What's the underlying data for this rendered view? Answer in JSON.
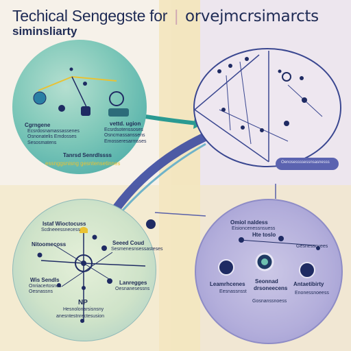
{
  "title": {
    "line1_a": "Techical Sengegste for",
    "line1_b": "orvejmcrsimarcts",
    "line2": "siminsliarty"
  },
  "panel_tl": {
    "label_left": "Cgrngene",
    "label_right": "vettd. ugion",
    "text_left": "Ecsrdosnamassassenes Osnonatelis Emdosses Sesosmatens",
    "text_right": "Ecsrdsotenssoses Osncrnassanssens Emosseresarmsses",
    "caption_1": "Tanrsd Senrdlssss",
    "caption_2": "essnggsnisng gesntensetinnes"
  },
  "panel_tr": {
    "pill": "Oenosessssessnsasnesss"
  },
  "panel_bl": {
    "heading": "Istaf Wioctocuss",
    "sub": "Scdneeessnecess",
    "label_left": "Nitoomecoss",
    "label_right": "Seeed Coud",
    "text_right": "Sesmenesnsessasteses",
    "label_mid_left": "Wis Sendls",
    "text_mid_left": "Onriacertosnes Oesnassns",
    "label_mid_right": "Lanregges",
    "text_mid_right": "Oesnanesessns",
    "np": "NP",
    "bottom_1": "Hesnolonarsisnsny",
    "bottom_2": "anesntestnrectesusion"
  },
  "panel_br": {
    "heading": "Omiol naldess",
    "sub": "Eisioncenessnsuess",
    "center_label": "Hte toslo",
    "right_label": "Gesnessoyees",
    "label_1": "Leamrhcenes",
    "label_2": "Seonnad",
    "label_2b": "drsoneecens",
    "label_3": "Antaetibirty",
    "text_1": "Eesnassnsst",
    "text_2": "Gosnanssnoess",
    "text_3": "Enonessnoeess"
  },
  "colors": {
    "navy": "#1f2b63",
    "teal": "#3da4a3",
    "lavender": "#b3aedb",
    "sage": "#cfe3c9",
    "cream": "#f3e3b4"
  }
}
